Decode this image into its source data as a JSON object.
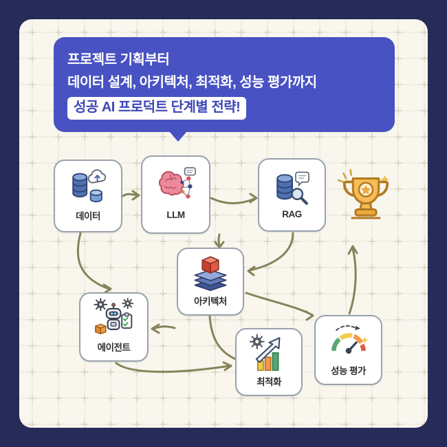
{
  "banner": {
    "line1": "프로젝트 기획부터",
    "line2": "데이터 설계, 아키텍처, 최적화, 성능 평가까지",
    "highlight": "성공 AI 프로덕트 단계별 전략!"
  },
  "nodes": {
    "data": {
      "label": "데이터",
      "icon": "database-cloud-icon"
    },
    "llm": {
      "label": "LLM",
      "icon": "brain-network-icon"
    },
    "rag": {
      "label": "RAG",
      "icon": "database-search-icon"
    },
    "architecture": {
      "label": "아키텍처",
      "icon": "cube-layers-icon"
    },
    "agent": {
      "label": "에이전트",
      "icon": "robot-checklist-icon"
    },
    "optimization": {
      "label": "최적화",
      "icon": "chart-arrow-gear-icon"
    },
    "evaluation": {
      "label": "성능 평가",
      "icon": "gauge-icon"
    },
    "goal": {
      "label": "",
      "icon": "trophy-icon"
    }
  },
  "edges": [
    {
      "from": "data",
      "to": "llm"
    },
    {
      "from": "llm",
      "to": "rag"
    },
    {
      "from": "llm",
      "to": "architecture"
    },
    {
      "from": "rag",
      "to": "architecture"
    },
    {
      "from": "data",
      "to": "agent"
    },
    {
      "from": "architecture",
      "to": "agent"
    },
    {
      "from": "agent",
      "to": "optimization"
    },
    {
      "from": "architecture",
      "to": "optimization"
    },
    {
      "from": "architecture",
      "to": "evaluation"
    },
    {
      "from": "evaluation",
      "to": "goal"
    }
  ],
  "colors": {
    "frame": "#272b58",
    "canvas": "#f8f6ed",
    "banner": "#4852c3",
    "banner_highlight_text": "#3d46b5",
    "arrow": "#84845a",
    "card_border": "#99a1ac"
  }
}
